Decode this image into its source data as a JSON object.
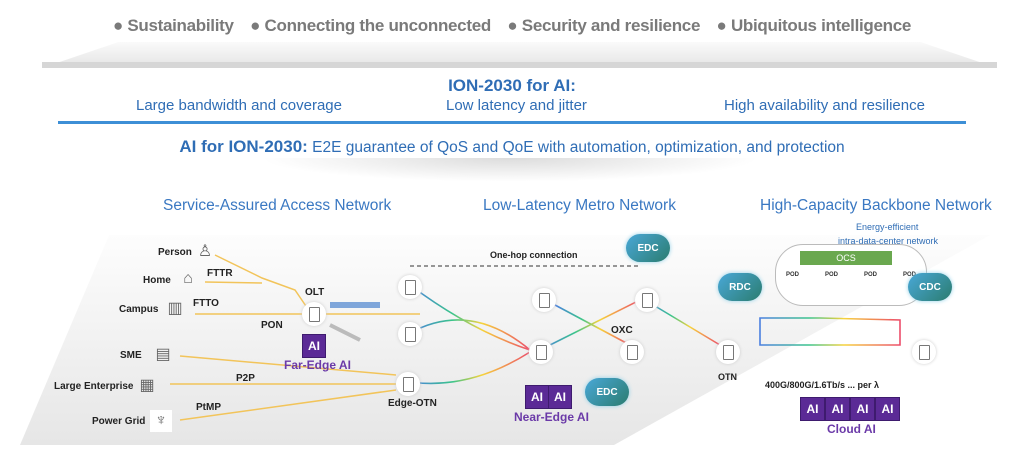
{
  "pillars": [
    "Sustainability",
    "Connecting the unconnected",
    "Security and resilience",
    "Ubiquitous intelligence"
  ],
  "ion_for_ai": {
    "title": "ION-2030 for AI:",
    "items": [
      "Large bandwidth and coverage",
      "Low latency and jitter",
      "High availability and resilience"
    ]
  },
  "ai_for_ion": {
    "title": "AI for ION-2030:",
    "text": "E2E guarantee of QoS and QoE with automation, optimization, and protection"
  },
  "sections": {
    "access": {
      "title": "Service-Assured Access Network",
      "endpoints": [
        "Person",
        "Home",
        "Campus",
        "SME",
        "Large Enterprise",
        "Power Grid"
      ],
      "links": {
        "fttr": "FTTR",
        "ftto": "FTTO",
        "pon": "PON",
        "p2p": "P2P",
        "ptmp": "PtMP"
      },
      "nodes": {
        "olt": "OLT",
        "edge_otn": "Edge-OTN"
      },
      "ai": {
        "chip": "AI",
        "label": "Far-Edge AI"
      }
    },
    "metro": {
      "title": "Low-Latency Metro Network",
      "one_hop": "One-hop connection",
      "oxc": "OXC",
      "edc_top": "EDC",
      "edc_bottom": "EDC",
      "ai": {
        "chips": [
          "AI",
          "AI"
        ],
        "label": "Near-Edge AI"
      }
    },
    "backbone": {
      "title": "High-Capacity Backbone Network",
      "dc_note_1": "Energy-efficient",
      "dc_note_2": "intra-data-center network",
      "ocs": "OCS",
      "pods": [
        "POD",
        "POD",
        "POD",
        "POD"
      ],
      "rdc": "RDC",
      "cdc": "CDC",
      "otn": "OTN",
      "rate": "400G/800G/1.6Tb/s ... per λ",
      "ai": {
        "chips": [
          "AI",
          "AI",
          "AI",
          "AI"
        ],
        "label": "Cloud AI"
      }
    }
  },
  "colors": {
    "heading_blue": "#2f6db5",
    "ai_purple": "#5b2a96",
    "fiber_yellow": "#f2c45a"
  }
}
